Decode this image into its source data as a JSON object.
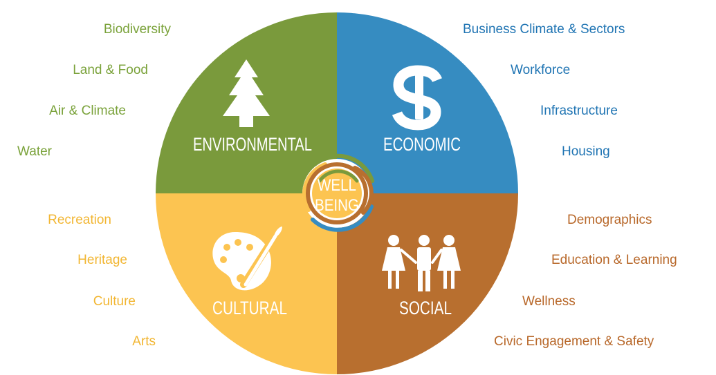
{
  "colors": {
    "environmental": "#7a9a3c",
    "economic": "#368cc1",
    "cultural": "#fcc451",
    "social": "#b86f2f",
    "environmental_text": "#7aa23a",
    "economic_text": "#1f74b3",
    "cultural_text": "#f2b632",
    "social_text": "#b8682a"
  },
  "center": {
    "line1": "WELL",
    "line2": "BEING"
  },
  "quadrants": {
    "environmental": {
      "title": "ENVIRONMENTAL",
      "icon": "tree-icon",
      "items": [
        "Biodiversity",
        "Land & Food",
        "Air & Climate",
        "Water"
      ]
    },
    "economic": {
      "title": "ECONOMIC",
      "icon": "dollar-icon",
      "items": [
        "Business Climate & Sectors",
        "Workforce",
        "Infrastructure",
        "Housing"
      ]
    },
    "cultural": {
      "title": "CULTURAL",
      "icon": "palette-icon",
      "items": [
        "Recreation",
        "Heritage",
        "Culture",
        "Arts"
      ]
    },
    "social": {
      "title": "SOCIAL",
      "icon": "people-icon",
      "items": [
        "Demographics",
        "Education & Learning",
        "Wellness",
        "Civic Engagement & Safety"
      ]
    }
  }
}
